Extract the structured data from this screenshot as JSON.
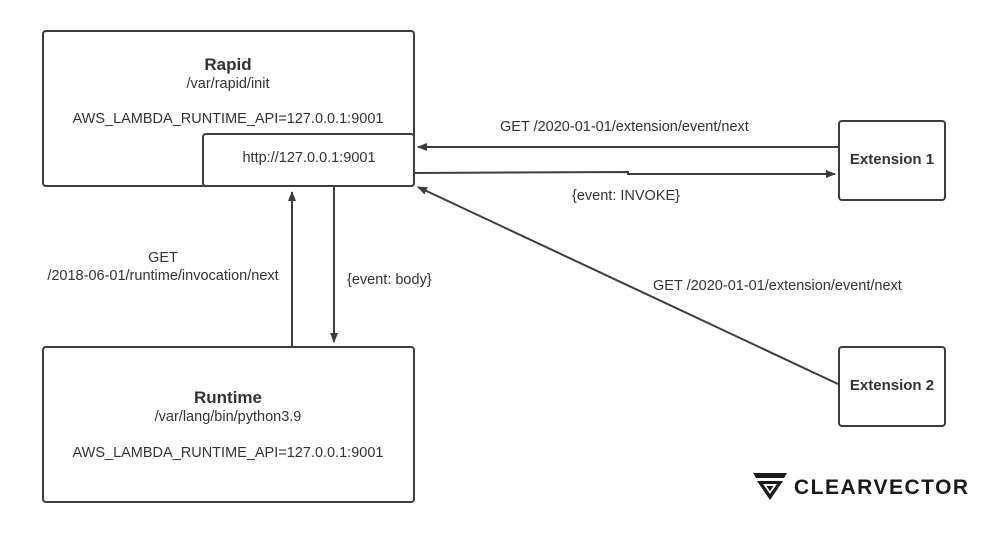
{
  "rapid": {
    "title": "Rapid",
    "path": "/var/rapid/init",
    "env": "AWS_LAMBDA_RUNTIME_API=127.0.0.1:9001",
    "endpoint": "http://127.0.0.1:9001"
  },
  "runtime": {
    "title": "Runtime",
    "path": "/var/lang/bin/python3.9",
    "env": "AWS_LAMBDA_RUNTIME_API=127.0.0.1:9001"
  },
  "extension1": {
    "title": "Extension 1"
  },
  "extension2": {
    "title": "Extension 2"
  },
  "edges": {
    "ext1_get": "GET /2020-01-01/extension/event/next",
    "ext1_invoke": "{event: INVOKE}",
    "ext2_get": "GET /2020-01-01/extension/event/next",
    "runtime_get_line1": "GET",
    "runtime_get_line2": "/2018-06-01/runtime/invocation/next",
    "runtime_body": "{event: body}"
  },
  "logo": {
    "text": "CLEARVECTOR"
  },
  "colors": {
    "stroke": "#3d3d3d",
    "text": "#333333",
    "logo": "#1a1a1a",
    "background": "#ffffff"
  },
  "icons": [
    "clearvector-logo-icon"
  ]
}
